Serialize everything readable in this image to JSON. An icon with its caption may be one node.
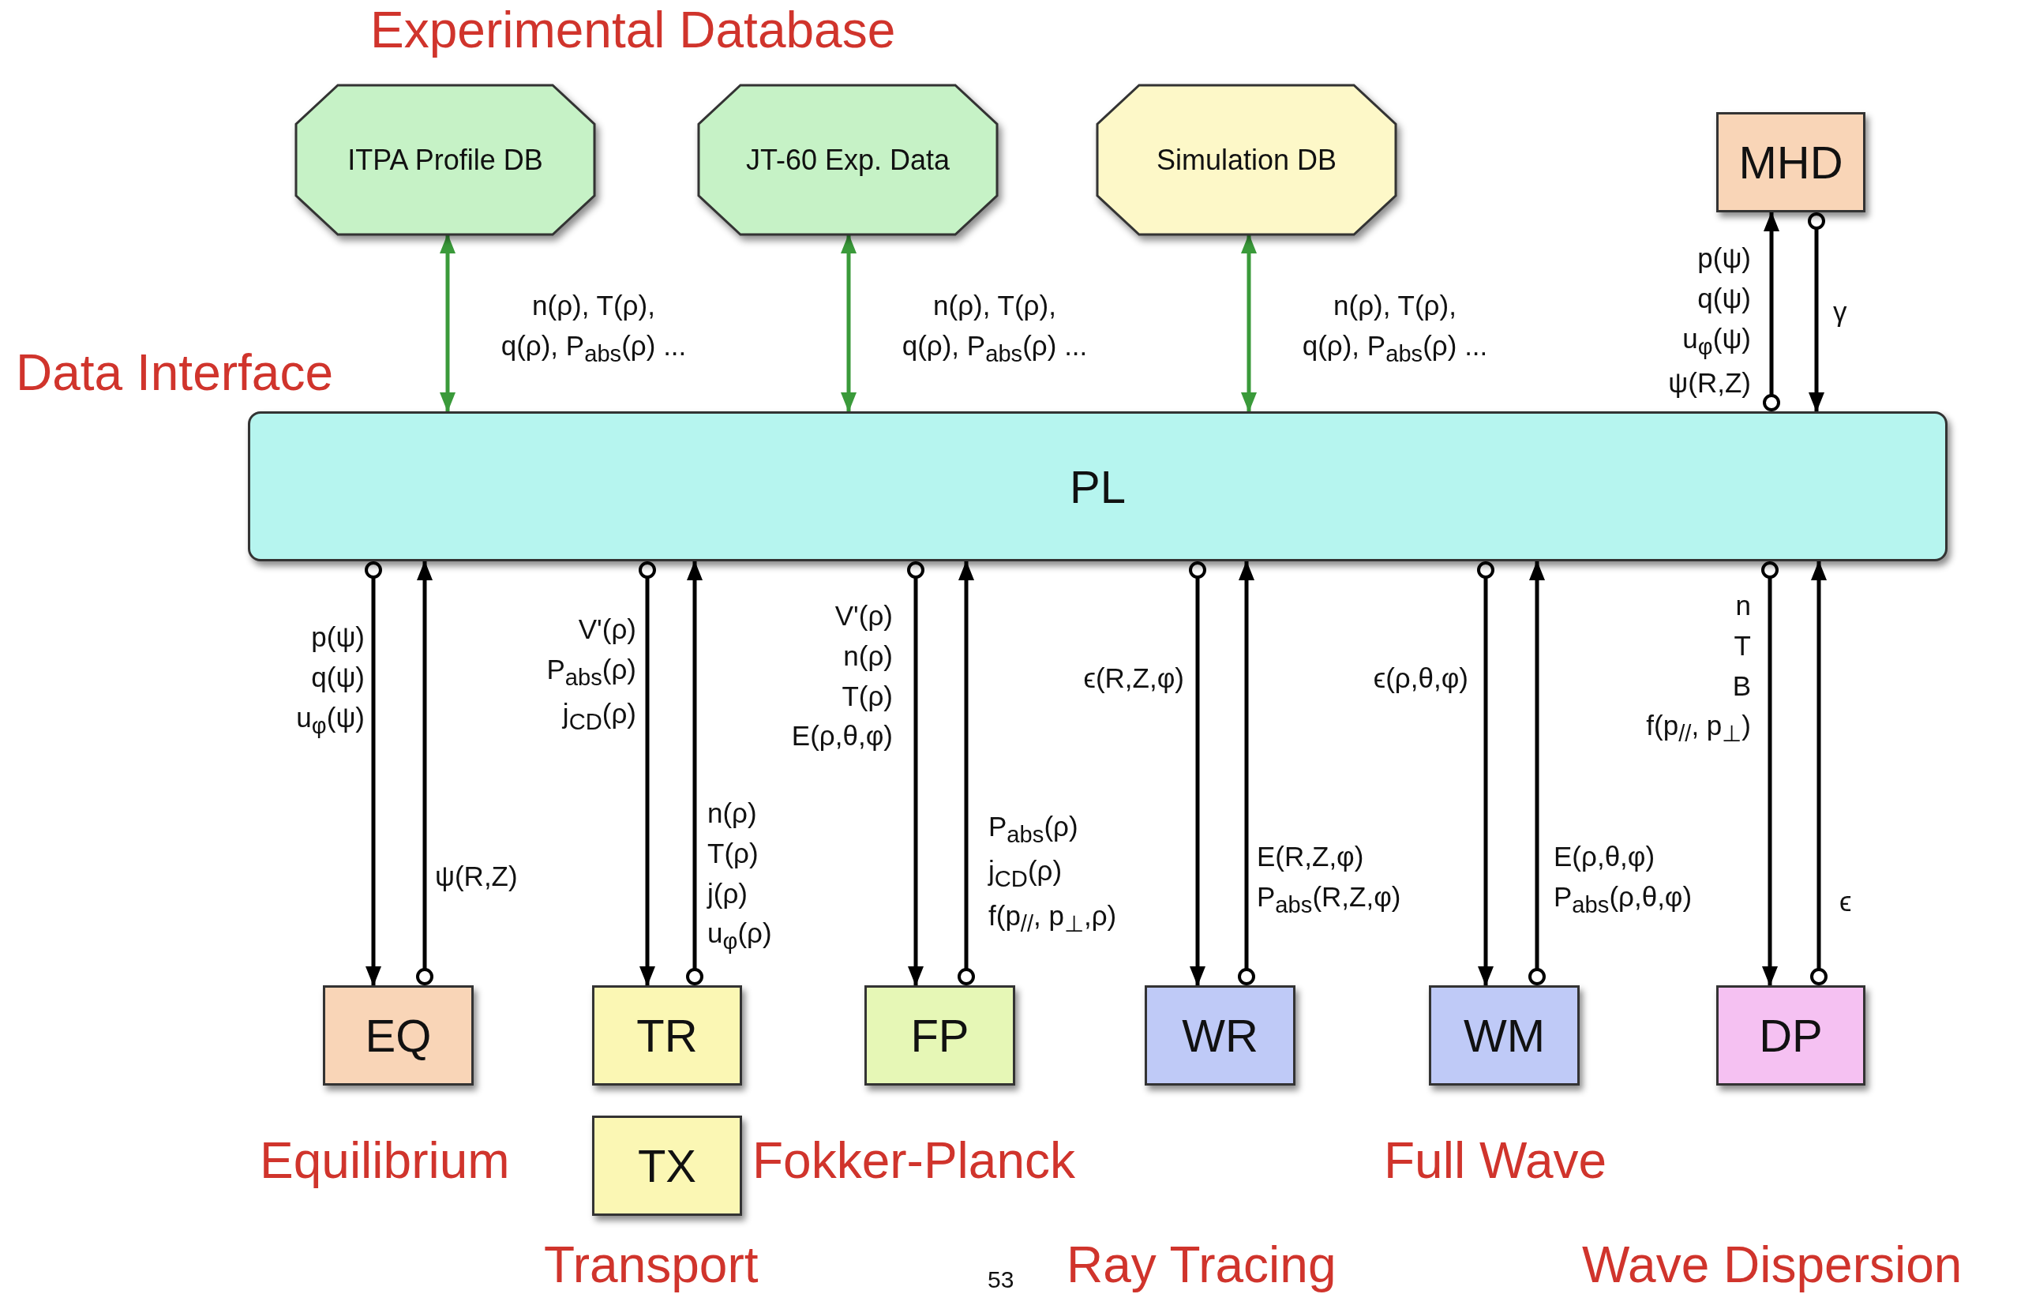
{
  "diagram": {
    "nodes": [
      {
        "text": [
          "ITPA Profile DB"
        ]
      },
      {
        "text": [
          "JT-60 Exp. Data"
        ]
      },
      {
        "text": [
          "Simulation DB"
        ]
      },
      {
        "text": [
          "MHD"
        ]
      },
      {
        "text": [
          "PL"
        ]
      },
      {
        "text": [
          "EQ"
        ]
      },
      {
        "text": [
          "TR"
        ]
      },
      {
        "text": [
          "FP"
        ]
      },
      {
        "text": [
          "WR"
        ]
      },
      {
        "text": [
          "WM"
        ]
      },
      {
        "text": [
          "DP"
        ]
      },
      {
        "text": [
          "TX"
        ]
      }
    ],
    "edges": [
      {
        "from": 0,
        "to": 4,
        "arrow": "both",
        "color": "#3a9a3a",
        "label": "n(ρ), T(ρ), q(ρ), P$_{abs}$(ρ) ..."
      },
      {
        "from": 1,
        "to": 4,
        "arrow": "both",
        "color": "#3a9a3a",
        "label": "n(ρ), T(ρ), q(ρ), P$_{abs}$(ρ) ..."
      },
      {
        "from": 2,
        "to": 4,
        "arrow": "both",
        "color": "#3a9a3a",
        "label": "n(ρ), T(ρ), q(ρ), P$_{abs}$(ρ) ..."
      },
      {
        "from": 4,
        "to": 3,
        "arrow": "to",
        "label": "p(ψ) q(ψ) u$_{φ}$(ψ) ψ(R,Z)"
      },
      {
        "from": 3,
        "to": 4,
        "arrow": "to",
        "label": "γ"
      },
      {
        "from": 4,
        "to": 5,
        "arrow": "to",
        "label": "p(ψ) q(ψ) u$_{φ}$(ψ)"
      },
      {
        "from": 5,
        "to": 4,
        "arrow": "to",
        "label": "ψ(R,Z)"
      },
      {
        "from": 4,
        "to": 6,
        "arrow": "to",
        "label": "V'(ρ) P$_{abs}$(ρ) j$_{CD}$(ρ)"
      },
      {
        "from": 6,
        "to": 4,
        "arrow": "to",
        "label": "n(ρ) T(ρ) j(ρ) u$_{φ}$(ρ)"
      },
      {
        "from": 4,
        "to": 7,
        "arrow": "to",
        "label": "V'(ρ) n(ρ) T(ρ) E(ρ,θ,φ)"
      },
      {
        "from": 7,
        "to": 4,
        "arrow": "to",
        "label": "P$_{abs}$(ρ) j$_{CD}$(ρ) f(p$_{//}$, p$_{⊥}$,ρ)"
      },
      {
        "from": 4,
        "to": 8,
        "arrow": "to",
        "label": "ϵ(R,Z,φ)"
      },
      {
        "from": 8,
        "to": 4,
        "arrow": "to",
        "label": "E(R,Z,φ) P$_{abs}$(R,Z,φ)"
      },
      {
        "from": 4,
        "to": 9,
        "arrow": "to",
        "label": "ϵ(ρ,θ,φ)"
      },
      {
        "from": 9,
        "to": 4,
        "arrow": "to",
        "label": "E(ρ,θ,φ) P$_{abs}$(ρ,θ,φ)"
      },
      {
        "from": 4,
        "to": 10,
        "arrow": "to",
        "label": "n T B f(p$_{//}$, p$_{⊥}$)"
      },
      {
        "from": 10,
        "to": 4,
        "arrow": "to",
        "label": "ϵ"
      }
    ],
    "labels": [
      "Experimental Database",
      "Data Interface",
      "Equilibrium",
      "Fokker-Planck",
      "Full Wave",
      "Transport",
      "Ray Tracing",
      "Wave Dispersion",
      "53"
    ]
  }
}
